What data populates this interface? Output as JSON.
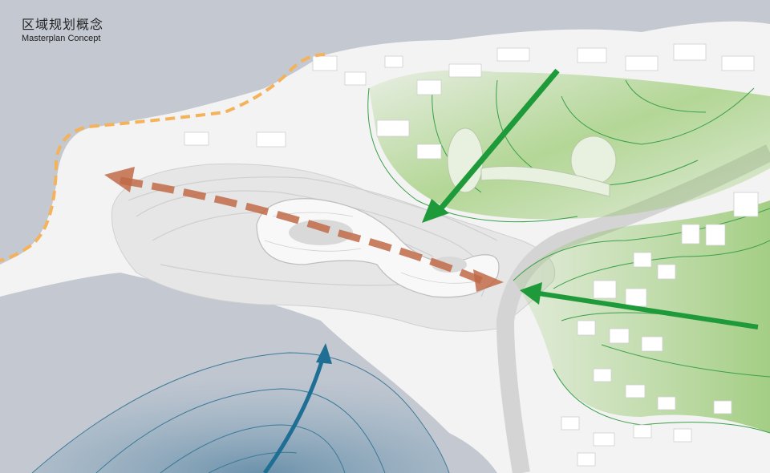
{
  "title": {
    "chinese": "区域规划概念",
    "english": "Masterplan Concept"
  },
  "colors": {
    "background": "#c4c8d1",
    "land": "#f2f2f2",
    "green_zone": "#7fbf4a",
    "green_arrow": "#1f9a3a",
    "orange_dash": "#f4b25a",
    "brown_arrow": "#c06a48",
    "blue_zone": "#5a8aa6",
    "blue_arrow": "#1f6e94"
  },
  "arrows": [
    {
      "name": "green-arrow-north",
      "color": "green"
    },
    {
      "name": "green-arrow-east",
      "color": "green"
    },
    {
      "name": "brown-dashed-axis",
      "color": "brown"
    },
    {
      "name": "blue-arrow-water",
      "color": "blue"
    }
  ]
}
